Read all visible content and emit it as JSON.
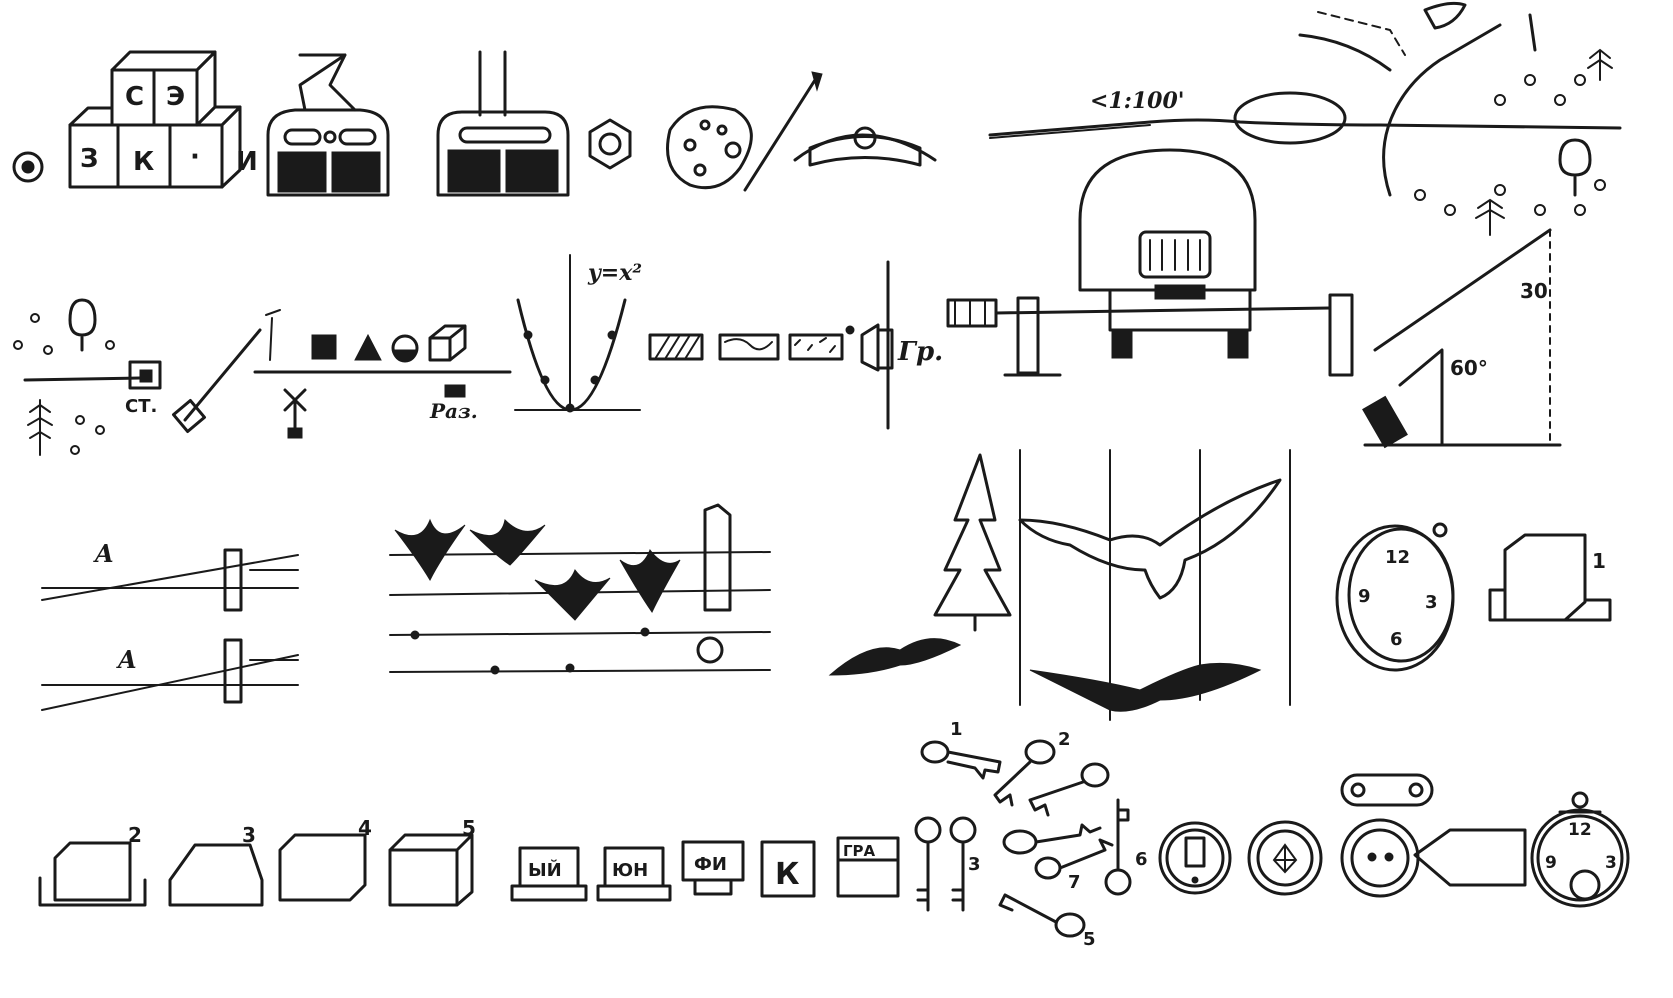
{
  "cubes": {
    "top_left": "С",
    "top_right": "Э",
    "bottom_left": "З",
    "bottom_mid": "К",
    "bottom_mid2": "·",
    "bottom_right": "И"
  },
  "map": {
    "scale": "<1:100'"
  },
  "rail": {
    "station": "СТ.",
    "junction": "Раз."
  },
  "graph": {
    "formula": "y=x²"
  },
  "border": {
    "label": "Гр."
  },
  "angles": {
    "top": "30",
    "bottom": "60°"
  },
  "perspective": {
    "letter_top": "A",
    "letter_bottom": "A"
  },
  "solids": {
    "n1": "1",
    "n2": "2",
    "n3": "3",
    "n4": "4",
    "n5": "5"
  },
  "syllables": [
    "ЫЙ",
    "ЮН",
    "ФИ",
    "К",
    "ГРА"
  ],
  "keys": {
    "k1": "1",
    "k2": "2",
    "k3": "3",
    "k5": "5",
    "k6": "6",
    "k7": "7"
  },
  "clocks": {
    "pocket": [
      "12",
      "9",
      "3",
      "6"
    ],
    "alarm": [
      "12",
      "9",
      "3"
    ]
  }
}
